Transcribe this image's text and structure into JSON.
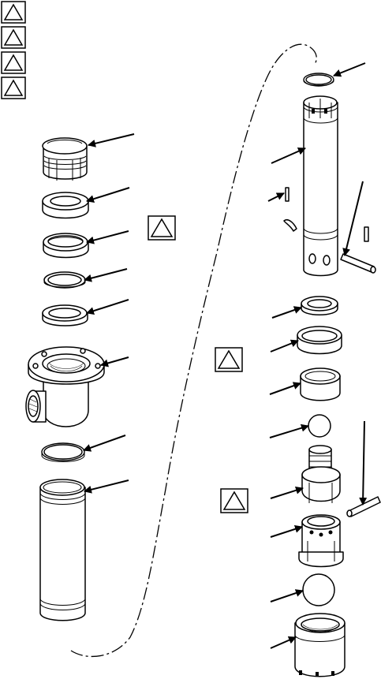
{
  "figure": {
    "type": "exploded parts illustration",
    "line_color": "#000000",
    "background": "#ffffff"
  },
  "legend": {
    "symbol_count": 4,
    "icon": "triangle-callout-icon"
  },
  "callouts": {
    "icon": "triangle-callout-icon",
    "count": 3
  },
  "arrows": {
    "count": 20,
    "icon": "leader-arrow-icon"
  },
  "connector": {
    "style": "dash-dot",
    "icon": "phantom-line-icon"
  }
}
